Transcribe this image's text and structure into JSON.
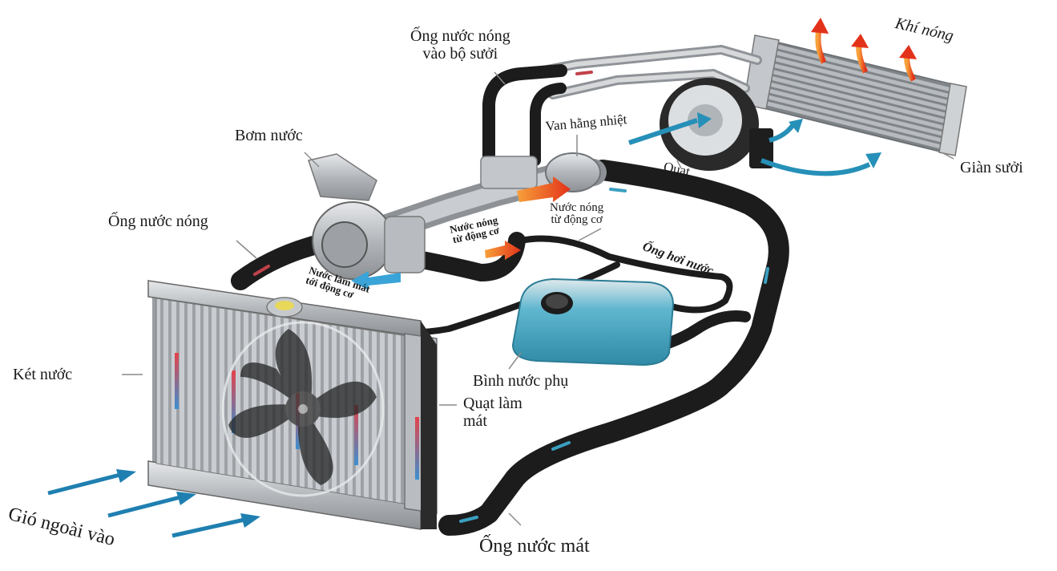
{
  "title": "Hệ thống làm mát động cơ",
  "labels": {
    "hot_pipe_to_heater": [
      "Ống nước nóng",
      "vào bộ sưởi"
    ],
    "hot_air": "Khí nóng",
    "water_pump": "Bơm nước",
    "thermostat": "Van hằng nhiệt",
    "heater_fan": "Quạt",
    "heater_core": "Giàn sưởi",
    "hot_water_pipe": "Ống nước nóng",
    "hot_water_from_engine_1": [
      "Nước nóng",
      "từ động cơ"
    ],
    "hot_water_from_engine_2": [
      "Nước nóng",
      "từ động cơ"
    ],
    "coolant_to_engine": [
      "Nước làm mát",
      "tới động cơ"
    ],
    "steam_pipe": "Ống hơi nước",
    "radiator": "Két nước",
    "expansion_tank": "Bình nước phụ",
    "cooling_fan": [
      "Quạt làm",
      "mát"
    ],
    "outside_air": "Gió ngoài vào",
    "cool_water_pipe": "Ống nước mát"
  },
  "colors": {
    "hose": "#1c1c1c",
    "metal": "#b8bcc0",
    "coolant_blue": "#3a9fc0",
    "hot_red": "#e8431c",
    "air_blue": "#1f7fb0",
    "leader_line": "#8a8a8a"
  }
}
